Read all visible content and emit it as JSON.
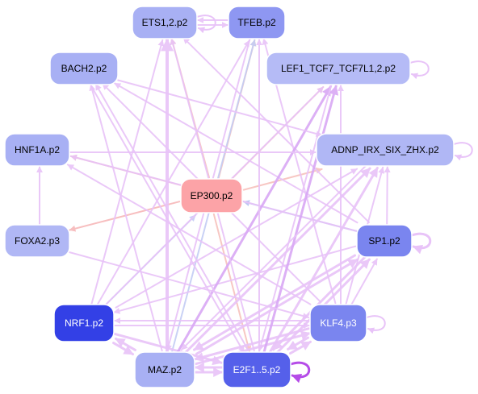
{
  "nodes": [
    {
      "id": "ets1",
      "label": "ETS1,2.p2",
      "fill": "#a8b0f4",
      "text_color": "#000000"
    },
    {
      "id": "tfeb",
      "label": "TFEB.p2",
      "fill": "#8e97f2",
      "text_color": "#000000"
    },
    {
      "id": "bach2",
      "label": "BACH2.p2",
      "fill": "#a8b0f4",
      "text_color": "#000000"
    },
    {
      "id": "lef1",
      "label": "LEF1_TCF7_TCF7L1,2.p2",
      "fill": "#b5bbf6",
      "text_color": "#000000"
    },
    {
      "id": "hnf1a",
      "label": "HNF1A.p2",
      "fill": "#a8b0f4",
      "text_color": "#000000"
    },
    {
      "id": "adnp",
      "label": "ADNP_IRX_SIX_ZHX.p2",
      "fill": "#b0b7f5",
      "text_color": "#000000"
    },
    {
      "id": "ep300",
      "label": "EP300.p2",
      "fill": "#fca3a7",
      "text_color": "#000000"
    },
    {
      "id": "foxa2",
      "label": "FOXA2.p3",
      "fill": "#b0b7f5",
      "text_color": "#000000"
    },
    {
      "id": "sp1",
      "label": "SP1.p2",
      "fill": "#7a85ef",
      "text_color": "#000000"
    },
    {
      "id": "nrf1",
      "label": "NRF1.p2",
      "fill": "#3340e6",
      "text_color": "#ffffff"
    },
    {
      "id": "klf4",
      "label": "KLF4.p3",
      "fill": "#7a85ef",
      "text_color": "#ffffff"
    },
    {
      "id": "maz",
      "label": "MAZ.p2",
      "fill": "#a8b0f4",
      "text_color": "#000000"
    },
    {
      "id": "e2f1",
      "label": "E2F1..5.p2",
      "fill": "#5560ea",
      "text_color": "#ffffff"
    }
  ],
  "edges": [
    {
      "from": "ep300",
      "to": "hnf1a",
      "color": "#f7b7b9",
      "weight": 2
    },
    {
      "from": "ep300",
      "to": "foxa2",
      "color": "#f7b7b9",
      "weight": 2
    },
    {
      "from": "ep300",
      "to": "lef1",
      "color": "#f7c2bd",
      "weight": 2
    },
    {
      "from": "ep300",
      "to": "adnp",
      "color": "#f7c2bd",
      "weight": 2
    },
    {
      "from": "ep300",
      "to": "tfeb",
      "color": "#f7c2bd",
      "weight": 2
    },
    {
      "from": "ep300",
      "to": "ets1",
      "color": "#f7c2bd",
      "weight": 2
    },
    {
      "from": "ep300",
      "to": "e2f1",
      "color": "#f7c2bd",
      "weight": 2
    },
    {
      "from": "sp1",
      "to": "ep300",
      "color": "#b6c2f2",
      "weight": 2
    },
    {
      "from": "nrf1",
      "to": "ep300",
      "color": "#c4cdf4",
      "weight": 2
    },
    {
      "from": "maz",
      "to": "tfeb",
      "color": "#c4cdf4",
      "weight": 2
    },
    {
      "from": "maz",
      "to": "ets1",
      "color": "#e8c3f8",
      "weight": 4
    },
    {
      "from": "foxa2",
      "to": "hnf1a",
      "color": "#e8c3f8",
      "weight": 2
    },
    {
      "from": "sp1",
      "to": "hnf1a",
      "color": "#e8c3f8",
      "weight": 2
    },
    {
      "from": "sp1",
      "to": "bach2",
      "color": "#e8c3f8",
      "weight": 2
    },
    {
      "from": "sp1",
      "to": "ets1",
      "color": "#e8c3f8",
      "weight": 2
    },
    {
      "from": "sp1",
      "to": "adnp",
      "color": "#e8c3f8",
      "weight": 2
    },
    {
      "from": "sp1",
      "to": "maz",
      "color": "#e8c3f8",
      "weight": 3
    },
    {
      "from": "sp1",
      "to": "e2f1",
      "color": "#e8c3f8",
      "weight": 3
    },
    {
      "from": "sp1",
      "to": "nrf1",
      "color": "#e8c3f8",
      "weight": 2
    },
    {
      "from": "klf4",
      "to": "hnf1a",
      "color": "#e8c3f8",
      "weight": 2
    },
    {
      "from": "klf4",
      "to": "bach2",
      "color": "#e8c3f8",
      "weight": 2
    },
    {
      "from": "klf4",
      "to": "tfeb",
      "color": "#e8c3f8",
      "weight": 2
    },
    {
      "from": "klf4",
      "to": "lef1",
      "color": "#e8c3f8",
      "weight": 2
    },
    {
      "from": "klf4",
      "to": "adnp",
      "color": "#e8c3f8",
      "weight": 2
    },
    {
      "from": "klf4",
      "to": "sp1",
      "color": "#e8c3f8",
      "weight": 2
    },
    {
      "from": "klf4",
      "to": "maz",
      "color": "#e8c3f8",
      "weight": 3
    },
    {
      "from": "klf4",
      "to": "e2f1",
      "color": "#e8c3f8",
      "weight": 3
    },
    {
      "from": "klf4",
      "to": "nrf1",
      "color": "#e8c3f8",
      "weight": 2
    },
    {
      "from": "nrf1",
      "to": "ets1",
      "color": "#e8c3f8",
      "weight": 2
    },
    {
      "from": "nrf1",
      "to": "tfeb",
      "color": "#e8c3f8",
      "weight": 2
    },
    {
      "from": "nrf1",
      "to": "lef1",
      "color": "#e8c3f8",
      "weight": 2
    },
    {
      "from": "nrf1",
      "to": "adnp",
      "color": "#e8c3f8",
      "weight": 2
    },
    {
      "from": "nrf1",
      "to": "klf4",
      "color": "#e8c3f8",
      "weight": 2
    },
    {
      "from": "nrf1",
      "to": "maz",
      "color": "#e8c3f8",
      "weight": 3
    },
    {
      "from": "nrf1",
      "to": "e2f1",
      "color": "#e8c3f8",
      "weight": 3
    },
    {
      "from": "maz",
      "to": "bach2",
      "color": "#e8c3f8",
      "weight": 2
    },
    {
      "from": "maz",
      "to": "lef1",
      "color": "#d9a8f5",
      "weight": 3
    },
    {
      "from": "maz",
      "to": "adnp",
      "color": "#e8c3f8",
      "weight": 3
    },
    {
      "from": "maz",
      "to": "sp1",
      "color": "#e8c3f8",
      "weight": 3
    },
    {
      "from": "maz",
      "to": "klf4",
      "color": "#e8c3f8",
      "weight": 3
    },
    {
      "from": "maz",
      "to": "nrf1",
      "color": "#e8c3f8",
      "weight": 3
    },
    {
      "from": "maz",
      "to": "e2f1",
      "color": "#e8c3f8",
      "weight": 3
    },
    {
      "from": "e2f1",
      "to": "ets1",
      "color": "#e8c3f8",
      "weight": 2
    },
    {
      "from": "e2f1",
      "to": "tfeb",
      "color": "#e8c3f8",
      "weight": 2
    },
    {
      "from": "e2f1",
      "to": "lef1",
      "color": "#d9a8f5",
      "weight": 3
    },
    {
      "from": "e2f1",
      "to": "adnp",
      "color": "#e8c3f8",
      "weight": 3
    },
    {
      "from": "e2f1",
      "to": "sp1",
      "color": "#e8c3f8",
      "weight": 3
    },
    {
      "from": "e2f1",
      "to": "klf4",
      "color": "#e8c3f8",
      "weight": 3
    },
    {
      "from": "e2f1",
      "to": "maz",
      "color": "#e8c3f8",
      "weight": 3
    },
    {
      "from": "e2f1",
      "to": "bach2",
      "color": "#e8c3f8",
      "weight": 2
    },
    {
      "from": "foxa2",
      "to": "klf4",
      "color": "#e8c3f8",
      "weight": 2
    },
    {
      "from": "ets1",
      "to": "tfeb",
      "color": "#e8c3f8",
      "weight": 2
    },
    {
      "from": "tfeb",
      "to": "ets1",
      "color": "#e8c3f8",
      "weight": 2
    },
    {
      "from": "tfeb",
      "to": "maz",
      "color": "#e8c3f8",
      "weight": 2
    },
    {
      "from": "bach2",
      "to": "adnp",
      "color": "#e8c3f8",
      "weight": 2
    },
    {
      "from": "hnf1a",
      "to": "adnp",
      "color": "#e8c3f8",
      "weight": 2
    },
    {
      "from": "bach2",
      "to": "e2f1",
      "color": "#e8c3f8",
      "weight": 2
    },
    {
      "from": "adnp",
      "to": "maz",
      "color": "#e8c3f8",
      "weight": 2
    },
    {
      "from": "lef1",
      "to": "e2f1",
      "color": "#e8c3f8",
      "weight": 2
    }
  ],
  "self_loops": [
    {
      "node": "ets1",
      "color": "#e8c3f8",
      "weight": 2
    },
    {
      "node": "lef1",
      "color": "#e8c3f8",
      "weight": 2
    },
    {
      "node": "adnp",
      "color": "#e8c3f8",
      "weight": 2
    },
    {
      "node": "sp1",
      "color": "#e8c3f8",
      "weight": 3
    },
    {
      "node": "klf4",
      "color": "#e8c3f8",
      "weight": 2
    },
    {
      "node": "e2f1",
      "color": "#b54ce8",
      "weight": 3
    }
  ]
}
